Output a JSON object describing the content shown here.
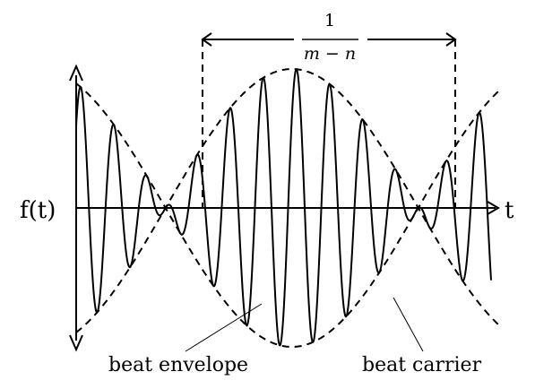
{
  "labels": {
    "y_axis": "f(t)",
    "x_axis": "t",
    "period_numerator": "1",
    "period_denominator": "m − n",
    "envelope": "beat envelope",
    "carrier": "beat carrier"
  },
  "signal": {
    "envelope_nodes_t": [
      0.35,
      1.35
    ],
    "envelope_peaks_t": [
      -0.15,
      0.85
    ]
  }
}
